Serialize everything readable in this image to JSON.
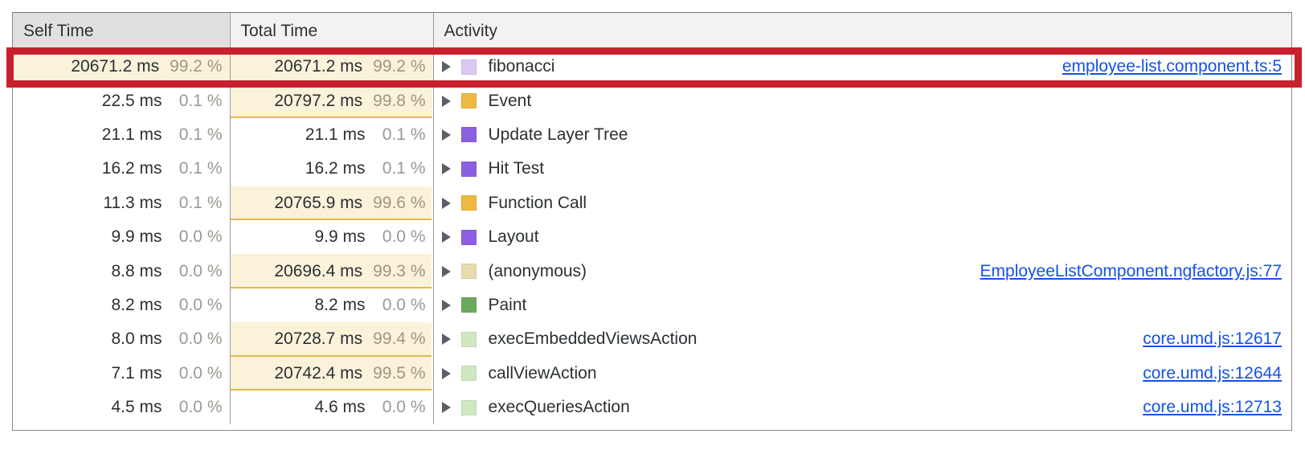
{
  "table": {
    "columns": [
      {
        "key": "self",
        "label": "Self Time",
        "sorted": true,
        "align": "right"
      },
      {
        "key": "total",
        "label": "Total Time",
        "sorted": false,
        "align": "right"
      },
      {
        "key": "activity",
        "label": "Activity",
        "sorted": false,
        "align": "left"
      }
    ],
    "rows": [
      {
        "self_ms": "20671.2 ms",
        "self_pct": "99.2 %",
        "self_bar": 100,
        "total_ms": "20671.2 ms",
        "total_pct": "99.2 %",
        "total_bar": 100,
        "activity": "fibonacci",
        "swatch_color": "#d9c9f2",
        "swatch_name": "scripting-lavender-swatch",
        "source": "employee-list.component.ts:5",
        "highlighted": true
      },
      {
        "self_ms": "22.5 ms",
        "self_pct": "0.1 %",
        "self_bar": 0,
        "total_ms": "20797.2 ms",
        "total_pct": "99.8 %",
        "total_bar": 99.8,
        "activity": "Event",
        "swatch_color": "#eeb93f",
        "swatch_name": "scripting-yellow-swatch",
        "source": "",
        "highlighted": false
      },
      {
        "self_ms": "21.1 ms",
        "self_pct": "0.1 %",
        "self_bar": 0,
        "total_ms": "21.1 ms",
        "total_pct": "0.1 %",
        "total_bar": 0,
        "activity": "Update Layer Tree",
        "swatch_color": "#8b5fe0",
        "swatch_name": "rendering-purple-swatch",
        "source": "",
        "highlighted": false
      },
      {
        "self_ms": "16.2 ms",
        "self_pct": "0.1 %",
        "self_bar": 0,
        "total_ms": "16.2 ms",
        "total_pct": "0.1 %",
        "total_bar": 0,
        "activity": "Hit Test",
        "swatch_color": "#8b5fe0",
        "swatch_name": "rendering-purple-swatch",
        "source": "",
        "highlighted": false
      },
      {
        "self_ms": "11.3 ms",
        "self_pct": "0.1 %",
        "self_bar": 0,
        "total_ms": "20765.9 ms",
        "total_pct": "99.6 %",
        "total_bar": 99.6,
        "activity": "Function Call",
        "swatch_color": "#eeb93f",
        "swatch_name": "scripting-yellow-swatch",
        "source": "",
        "highlighted": false
      },
      {
        "self_ms": "9.9 ms",
        "self_pct": "0.0 %",
        "self_bar": 0,
        "total_ms": "9.9 ms",
        "total_pct": "0.0 %",
        "total_bar": 0,
        "activity": "Layout",
        "swatch_color": "#8b5fe0",
        "swatch_name": "rendering-purple-swatch",
        "source": "",
        "highlighted": false
      },
      {
        "self_ms": "8.8 ms",
        "self_pct": "0.0 %",
        "self_bar": 0,
        "total_ms": "20696.4 ms",
        "total_pct": "99.3 %",
        "total_bar": 99.3,
        "activity": "(anonymous)",
        "swatch_color": "#e8dcae",
        "swatch_name": "scripting-pale-yellow-swatch",
        "source": "EmployeeListComponent.ngfactory.js:77",
        "highlighted": false
      },
      {
        "self_ms": "8.2 ms",
        "self_pct": "0.0 %",
        "self_bar": 0,
        "total_ms": "8.2 ms",
        "total_pct": "0.0 %",
        "total_bar": 0,
        "activity": "Paint",
        "swatch_color": "#6aab5b",
        "swatch_name": "painting-green-swatch",
        "source": "",
        "highlighted": false
      },
      {
        "self_ms": "8.0 ms",
        "self_pct": "0.0 %",
        "self_bar": 0,
        "total_ms": "20728.7 ms",
        "total_pct": "99.4 %",
        "total_bar": 99.4,
        "activity": "execEmbeddedViewsAction",
        "swatch_color": "#cfe8c2",
        "swatch_name": "scripting-pale-green-swatch",
        "source": "core.umd.js:12617",
        "highlighted": false
      },
      {
        "self_ms": "7.1 ms",
        "self_pct": "0.0 %",
        "self_bar": 0,
        "total_ms": "20742.4 ms",
        "total_pct": "99.5 %",
        "total_bar": 99.5,
        "activity": "callViewAction",
        "swatch_color": "#cfe8c2",
        "swatch_name": "scripting-pale-green-swatch",
        "source": "core.umd.js:12644",
        "highlighted": false
      },
      {
        "self_ms": "4.5 ms",
        "self_pct": "0.0 %",
        "self_bar": 0,
        "total_ms": "4.6 ms",
        "total_pct": "0.0 %",
        "total_bar": 0,
        "activity": "execQueriesAction",
        "swatch_color": "#cfe8c2",
        "swatch_name": "scripting-pale-green-swatch",
        "source": "core.umd.js:12713",
        "highlighted": false
      }
    ]
  },
  "annotation": {
    "type": "red-rectangle-highlight",
    "target_row_index": 0,
    "color": "#c8202d"
  },
  "colors": {
    "bar_fill": "#fbf2da",
    "bar_underline": "#e8b84b",
    "link": "#1452e8",
    "header_bg": "#f2f2f2",
    "header_sorted_bg": "#e0e0e0",
    "text": "#2b3034",
    "pct_text": "#9a9a93",
    "grid_line": "#9a9a9a"
  }
}
